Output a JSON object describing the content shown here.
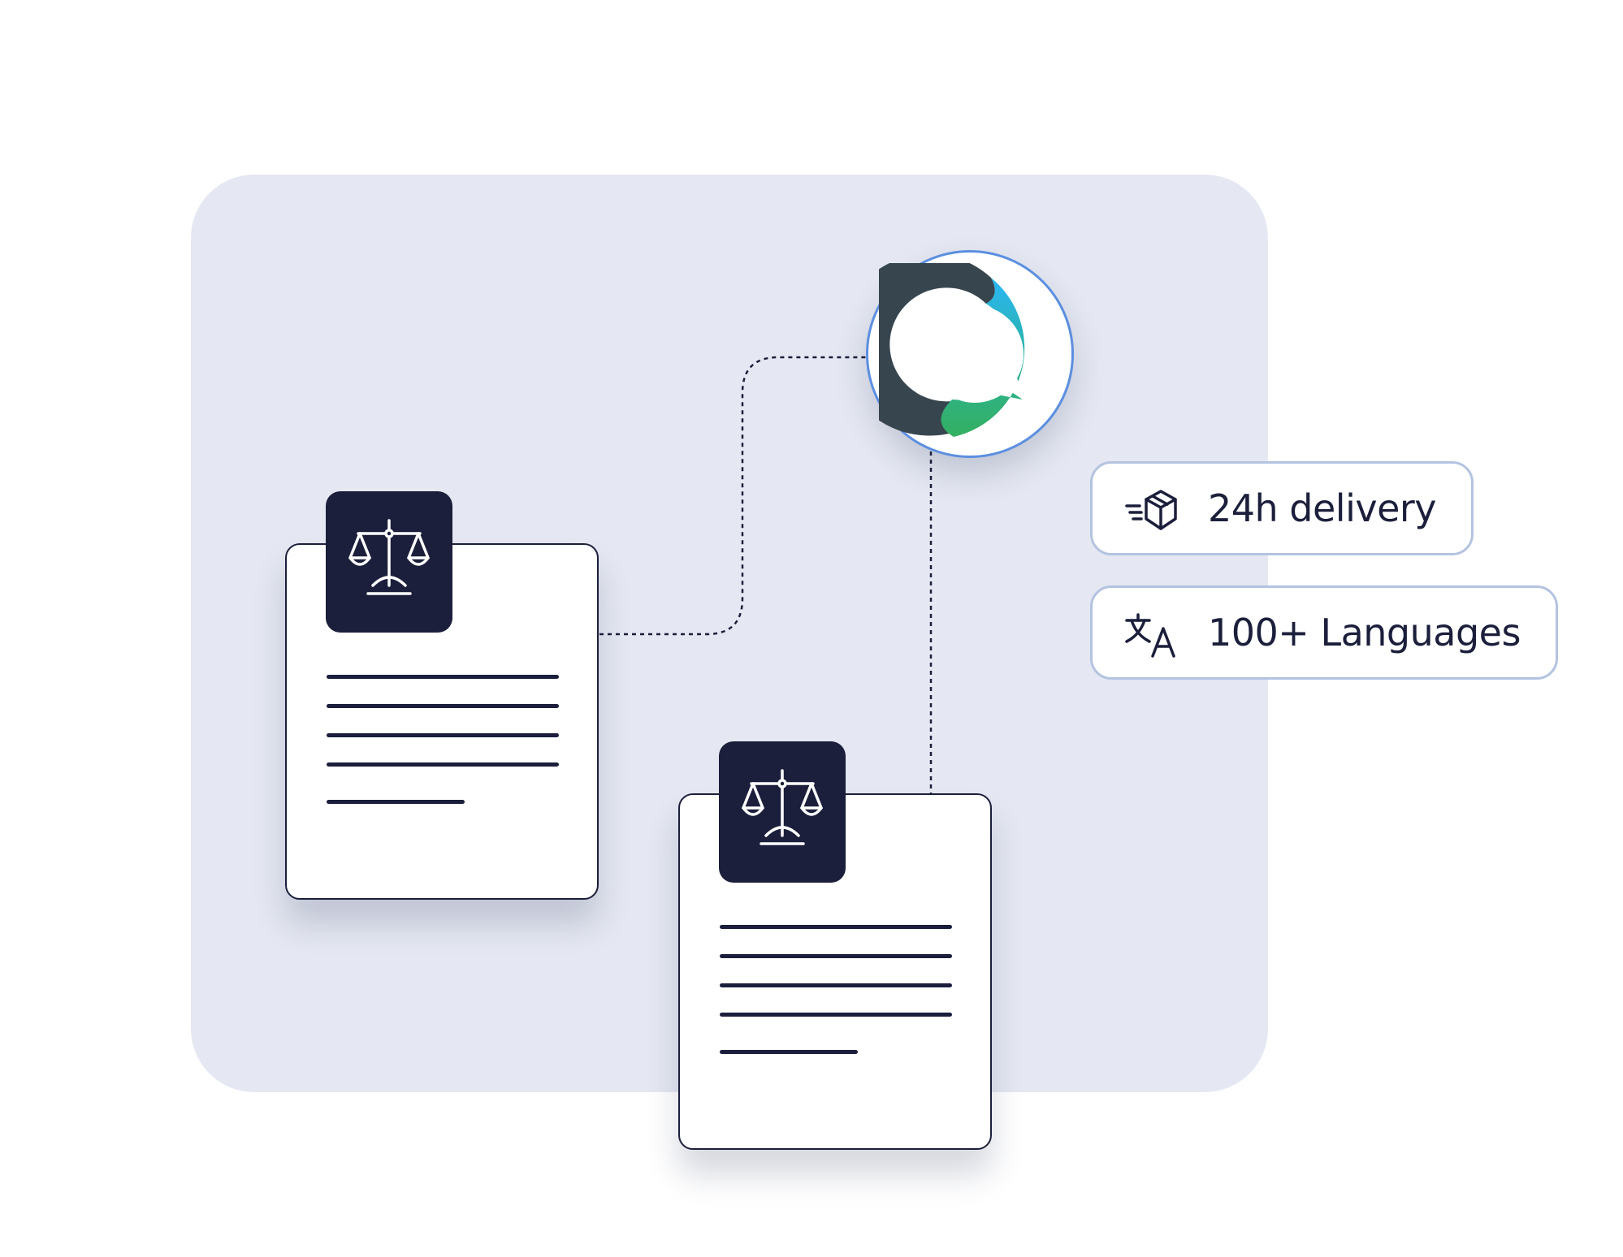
{
  "colors": {
    "backdrop": "#e5e8f2",
    "navy": "#1b1f3b",
    "pill_border": "#b3c3e0",
    "logo_ring": "#5b8fe0",
    "logo_dark": "#37454e",
    "logo_blue": "#29b6f6",
    "logo_green": "#34b060"
  },
  "logo": {
    "icon": "speech-bubble-ring-logo"
  },
  "documents": [
    {
      "badge_icon": "scales-of-justice-icon"
    },
    {
      "badge_icon": "scales-of-justice-icon"
    }
  ],
  "features": [
    {
      "icon": "fast-delivery-box-icon",
      "label": "24h delivery"
    },
    {
      "icon": "translate-icon",
      "label": "100+ Languages"
    }
  ]
}
